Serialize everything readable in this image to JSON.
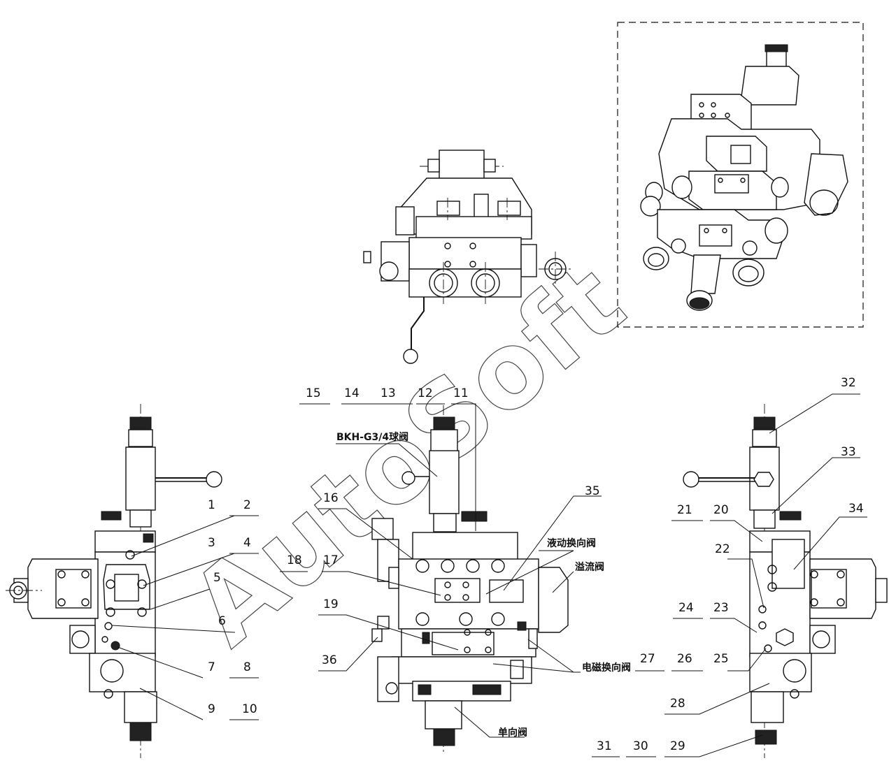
{
  "watermark": "AutoSoft",
  "callouts": [
    {
      "id": "c1",
      "text": "1"
    },
    {
      "id": "c2",
      "text": "2"
    },
    {
      "id": "c3",
      "text": "3"
    },
    {
      "id": "c4",
      "text": "4"
    },
    {
      "id": "c5",
      "text": "5"
    },
    {
      "id": "c6",
      "text": "6"
    },
    {
      "id": "c7",
      "text": "7"
    },
    {
      "id": "c8",
      "text": "8"
    },
    {
      "id": "c9",
      "text": "9"
    },
    {
      "id": "c10",
      "text": "10"
    },
    {
      "id": "c11",
      "text": "11"
    },
    {
      "id": "c12",
      "text": "12"
    },
    {
      "id": "c13",
      "text": "13"
    },
    {
      "id": "c14",
      "text": "14"
    },
    {
      "id": "c15",
      "text": "15"
    },
    {
      "id": "c16",
      "text": "16"
    },
    {
      "id": "c17",
      "text": "17"
    },
    {
      "id": "c18",
      "text": "18"
    },
    {
      "id": "c19",
      "text": "19"
    },
    {
      "id": "c20",
      "text": "20"
    },
    {
      "id": "c21",
      "text": "21"
    },
    {
      "id": "c22",
      "text": "22"
    },
    {
      "id": "c23",
      "text": "23"
    },
    {
      "id": "c24",
      "text": "24"
    },
    {
      "id": "c25",
      "text": "25"
    },
    {
      "id": "c26",
      "text": "26"
    },
    {
      "id": "c27",
      "text": "27"
    },
    {
      "id": "c28",
      "text": "28"
    },
    {
      "id": "c29",
      "text": "29"
    },
    {
      "id": "c30",
      "text": "30"
    },
    {
      "id": "c31",
      "text": "31"
    },
    {
      "id": "c32",
      "text": "32"
    },
    {
      "id": "c33",
      "text": "33"
    },
    {
      "id": "c34",
      "text": "34"
    },
    {
      "id": "c35",
      "text": "35"
    },
    {
      "id": "c36",
      "text": "36"
    }
  ],
  "labels": {
    "ball_valve": "BKH-G3/4球阀",
    "hydraulic_reversing_valve": "液动换向阀",
    "relief_valve": "溢流阀",
    "solenoid_reversing_valve": "电磁换向阀",
    "check_valve": "单向阀"
  }
}
